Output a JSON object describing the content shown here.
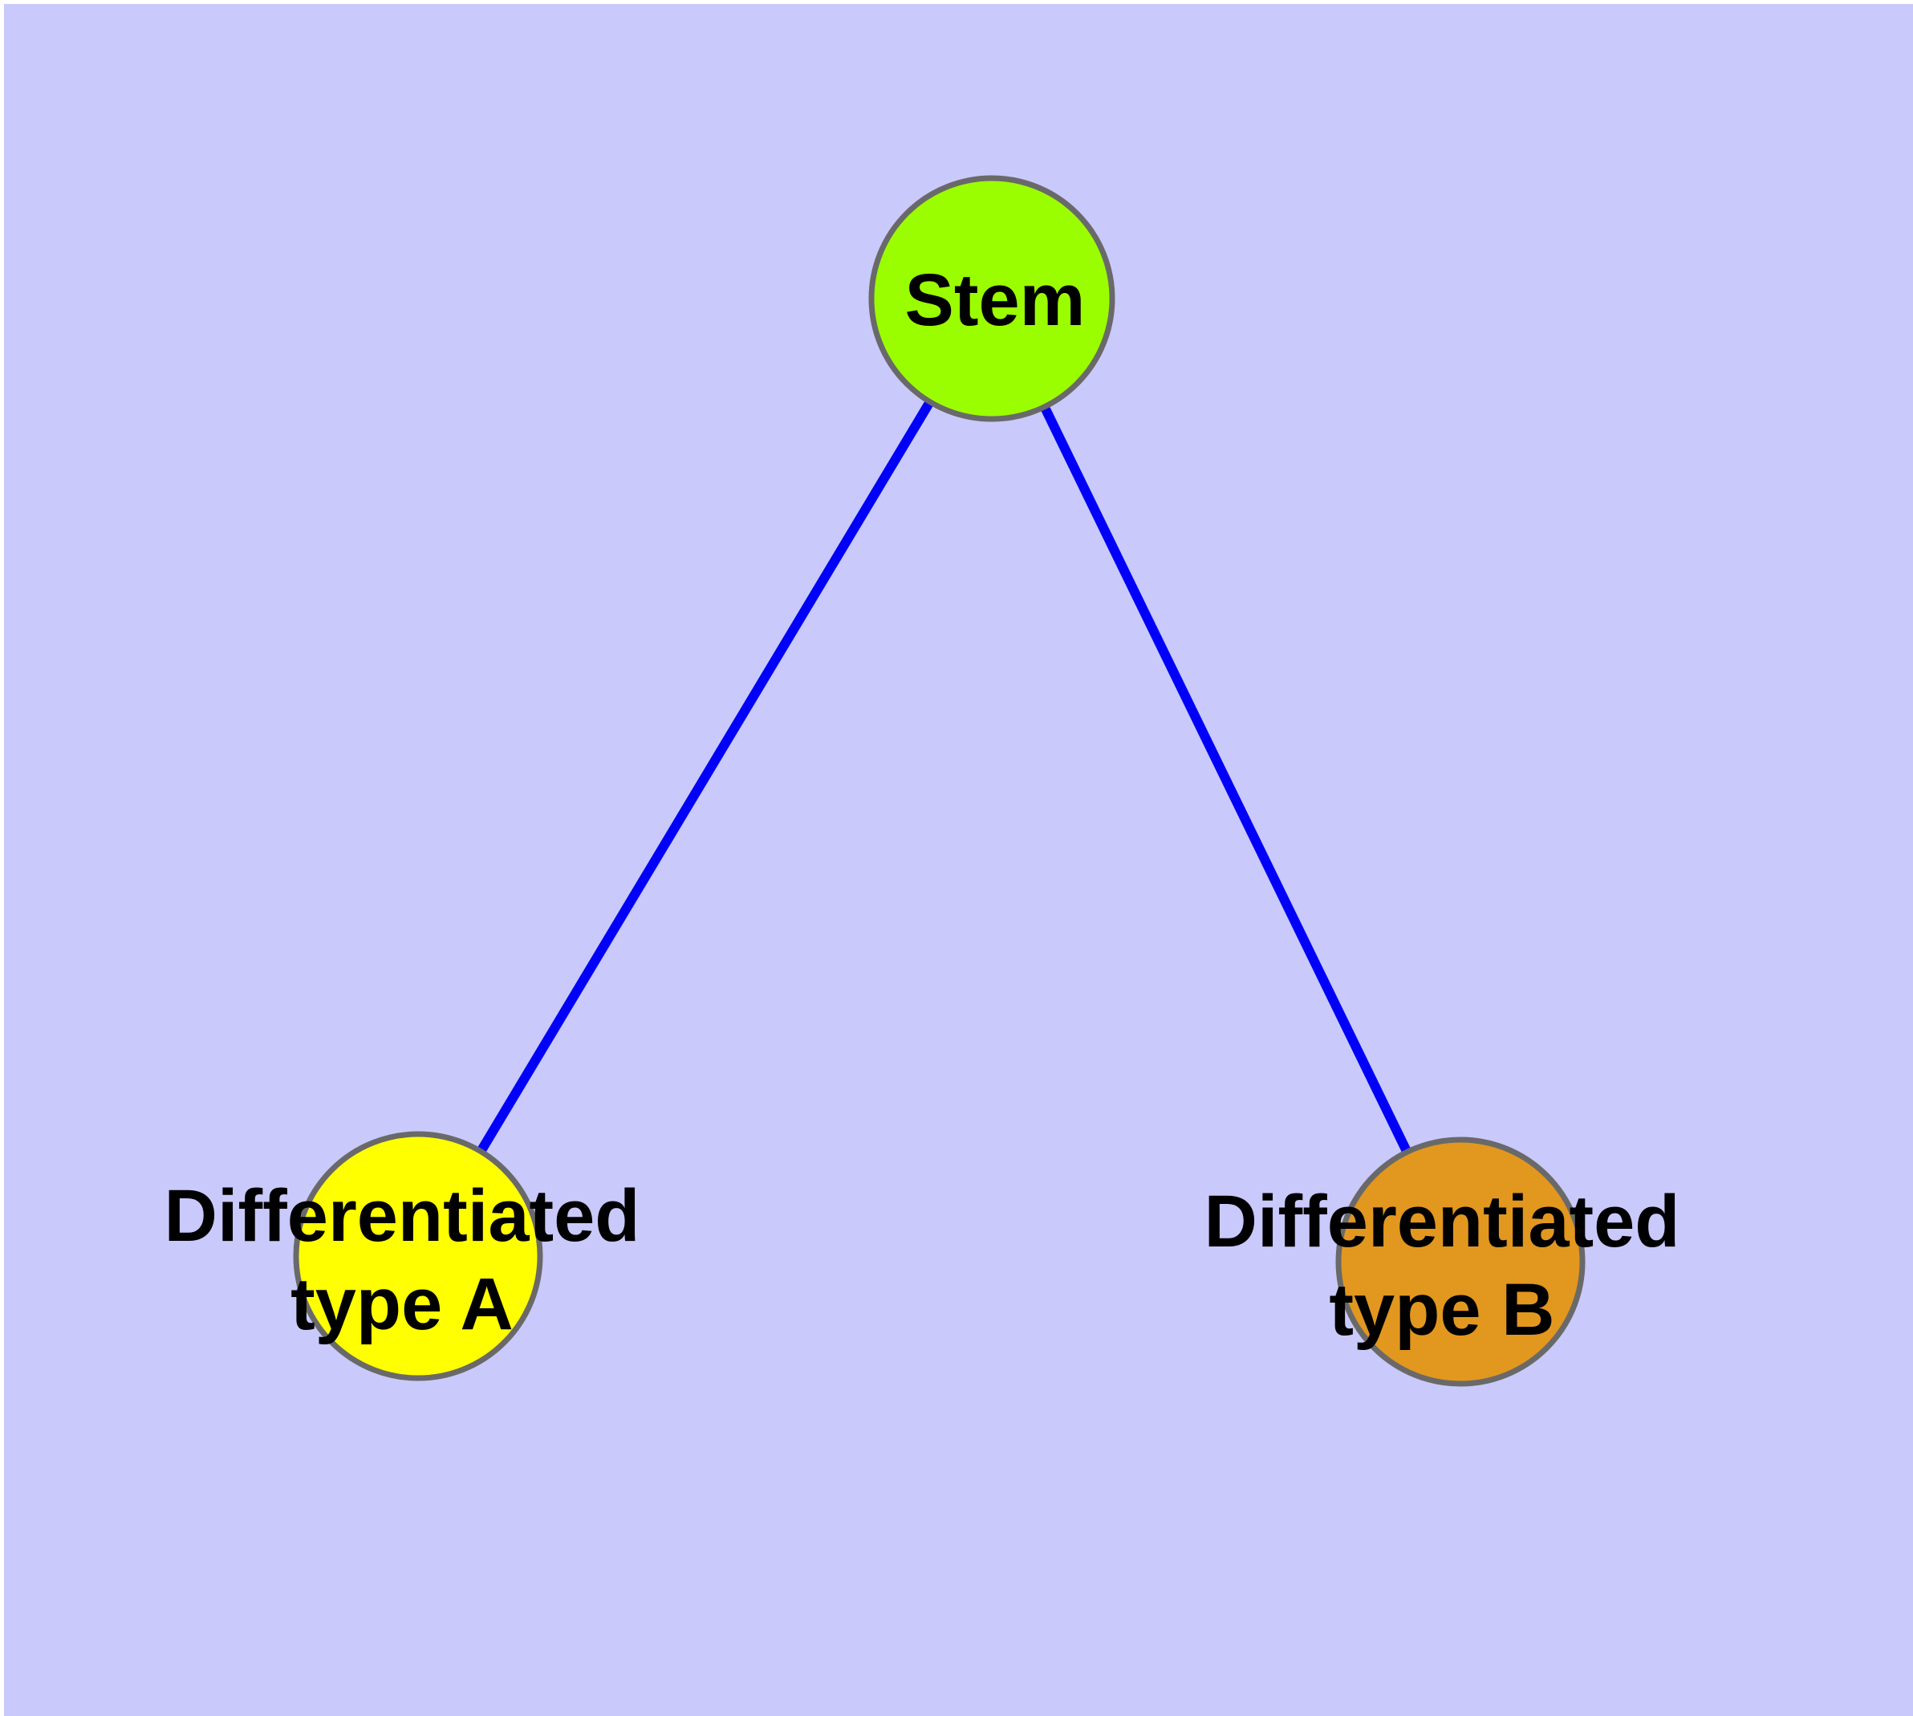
{
  "diagram": {
    "kind": "node-link-graph",
    "background_color": "#c9c9fb",
    "margin_color": "#ffffff",
    "edge_color": "#0000fa",
    "node_border_color": "#696969",
    "label_color": "#000000",
    "nodes": [
      {
        "id": "stem",
        "color": "#9bfe00",
        "label_lines": [
          "Stem"
        ]
      },
      {
        "id": "diff-a",
        "color": "#ffff00",
        "label_lines": [
          "Differentiated",
          "type A"
        ]
      },
      {
        "id": "diff-b",
        "color": "#e2971f",
        "label_lines": [
          "Differentiated",
          "type B"
        ]
      }
    ],
    "edges": [
      {
        "from": "stem",
        "to": "diff-a"
      },
      {
        "from": "stem",
        "to": "diff-b"
      }
    ]
  }
}
